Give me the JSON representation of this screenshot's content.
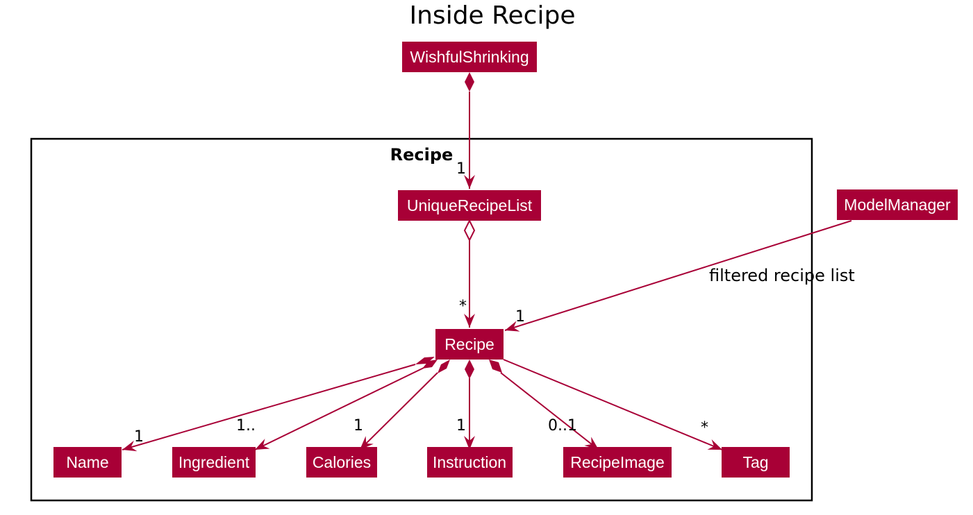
{
  "diagram": {
    "title": "Inside Recipe",
    "package_label": "Recipe",
    "colors": {
      "class_fill": "#A80036",
      "class_text": "#FFFFFF",
      "edge": "#A80036",
      "package_border": "#000000"
    },
    "classes": [
      {
        "id": "wishful",
        "label": "WishfulShrinking"
      },
      {
        "id": "unique",
        "label": "UniqueRecipeList"
      },
      {
        "id": "model",
        "label": "ModelManager"
      },
      {
        "id": "recipe",
        "label": "Recipe"
      },
      {
        "id": "name",
        "label": "Name"
      },
      {
        "id": "ingredient",
        "label": "Ingredient"
      },
      {
        "id": "calories",
        "label": "Calories"
      },
      {
        "id": "instruction",
        "label": "Instruction"
      },
      {
        "id": "image",
        "label": "RecipeImage"
      },
      {
        "id": "tag",
        "label": "Tag"
      }
    ],
    "relations": [
      {
        "from": "wishful",
        "to": "unique",
        "kind": "composition",
        "multiplicity": "1"
      },
      {
        "from": "unique",
        "to": "recipe",
        "kind": "aggregation",
        "multiplicity": "*"
      },
      {
        "from": "model",
        "to": "recipe",
        "kind": "association",
        "multiplicity": "1",
        "label": "filtered recipe list"
      },
      {
        "from": "recipe",
        "to": "name",
        "kind": "composition",
        "multiplicity": "1"
      },
      {
        "from": "recipe",
        "to": "ingredient",
        "kind": "composition",
        "multiplicity": "1.."
      },
      {
        "from": "recipe",
        "to": "calories",
        "kind": "composition",
        "multiplicity": "1"
      },
      {
        "from": "recipe",
        "to": "instruction",
        "kind": "composition",
        "multiplicity": "1"
      },
      {
        "from": "recipe",
        "to": "image",
        "kind": "composition",
        "multiplicity": "0..1"
      },
      {
        "from": "recipe",
        "to": "tag",
        "kind": "composition",
        "multiplicity": "*"
      }
    ]
  }
}
